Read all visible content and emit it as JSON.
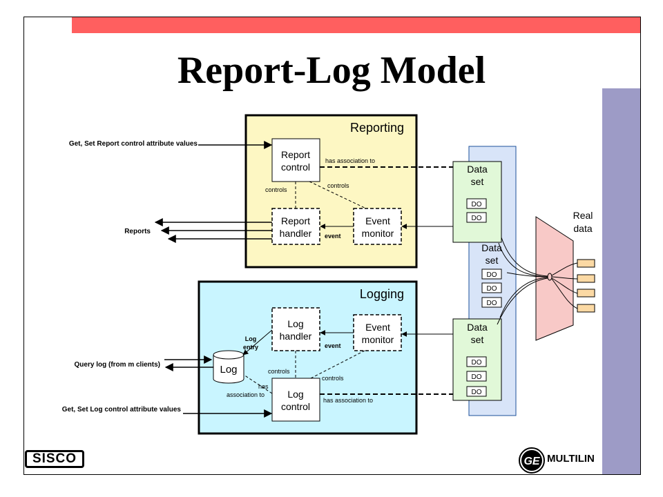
{
  "slide": {
    "title": "Report-Log Model"
  },
  "diagram": {
    "reporting_box": {
      "label": "Reporting"
    },
    "logging_box": {
      "label": "Logging"
    },
    "nodes": {
      "report_control": [
        "Report",
        "control"
      ],
      "report_handler": [
        "Report",
        "handler"
      ],
      "event_monitor_reporting": [
        "Event",
        "monitor"
      ],
      "log_handler": [
        "Log",
        "handler"
      ],
      "event_monitor_logging": [
        "Event",
        "monitor"
      ],
      "log_control": [
        "Log",
        "control"
      ],
      "log_store": "Log",
      "data_set": [
        "Data",
        "set"
      ],
      "do": "DO",
      "real_data": [
        "Real",
        "data"
      ]
    },
    "edge_labels": {
      "has_association_to": "has association to",
      "controls": "controls",
      "event": "event",
      "log_entry": [
        "Log",
        "entry"
      ],
      "has_association_to_split": [
        "has",
        "association to"
      ]
    },
    "external_inputs": {
      "get_set_report": "Get, Set Report control attribute values",
      "reports": "Reports",
      "query_log": "Query log (from m clients)",
      "get_set_log": "Get, Set Log control attribute values"
    }
  },
  "logos": {
    "sisco": "SISCO",
    "ge_monogram": "GE",
    "multilin": "MULTILIN"
  },
  "colors": {
    "top_bar": "#ff5f5f",
    "side_bar": "#9d9bc6",
    "reporting_fill": "#fdf7c3",
    "logging_fill": "#c9f5ff",
    "dataset_panel_fill": "#d8e4f8",
    "dataset_fill": "#e1f8d8",
    "real_data_fill": "#f8c9c7",
    "data_tab_fill": "#fbd9a4"
  }
}
